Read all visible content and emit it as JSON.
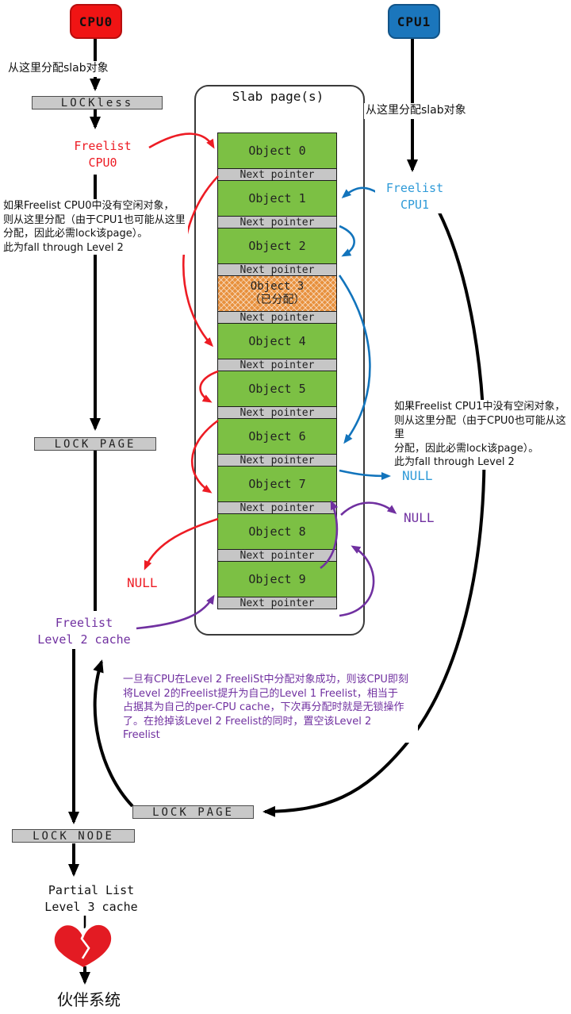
{
  "cpu0": {
    "label": "CPU0",
    "alloc_label": "从这里分配slab对象",
    "lockless_label": "LOCKless",
    "freelist_label": "Freelist\nCPU0",
    "note": "如果Freelist CPU0中没有空闲对象，\n则从这里分配（由于CPU1也可能从这里\n分配，因此必需lock该page）。\n此为fall through Level 2",
    "lock_page_label": "LOCK PAGE",
    "null_label": "NULL"
  },
  "cpu1": {
    "label": "CPU1",
    "alloc_label": "从这里分配slab对象",
    "freelist_label": "Freelist\nCPU1",
    "note": "如果Freelist CPU1中没有空闲对象，\n则从这里分配（由于CPU0也可能从这里\n分配，因此必需lock该page）。\n此为fall through Level 2",
    "null_label": "NULL"
  },
  "slab": {
    "title": "Slab page(s)",
    "rows": [
      {
        "type": "object",
        "label": "Object 0"
      },
      {
        "type": "pointer",
        "label": "Next pointer"
      },
      {
        "type": "object",
        "label": "Object 1"
      },
      {
        "type": "pointer",
        "label": "Next pointer"
      },
      {
        "type": "object",
        "label": "Object 2"
      },
      {
        "type": "pointer",
        "label": "Next pointer"
      },
      {
        "type": "allocated",
        "label": "Object 3",
        "sublabel": "（已分配）"
      },
      {
        "type": "pointer",
        "label": "Next pointer"
      },
      {
        "type": "object",
        "label": "Object 4"
      },
      {
        "type": "pointer",
        "label": "Next pointer"
      },
      {
        "type": "object",
        "label": "Object 5"
      },
      {
        "type": "pointer",
        "label": "Next pointer"
      },
      {
        "type": "object",
        "label": "Object 6"
      },
      {
        "type": "pointer",
        "label": "Next pointer"
      },
      {
        "type": "object",
        "label": "Object 7"
      },
      {
        "type": "pointer",
        "label": "Next pointer"
      },
      {
        "type": "object",
        "label": "Object 8"
      },
      {
        "type": "pointer",
        "label": "Next pointer"
      },
      {
        "type": "object",
        "label": "Object 9"
      },
      {
        "type": "pointer",
        "label": "Next pointer"
      }
    ]
  },
  "level2": {
    "freelist_label": "Freelist\nLevel 2 cache",
    "lock_page_label": "LOCK PAGE",
    "null_label": "NULL",
    "note": "一旦有CPU在Level 2 FreeliSt中分配对象成功，则该CPU即刻\n将Level 2的Freelist提升为自己的Level 1 Freelist，相当于\n占据其为自己的per-CPU cache，下次再分配时就是无锁操作\n了。在抢掉该Level 2 Freelist的同时，置空该Level 2\nFreelist"
  },
  "level3": {
    "lock_node_label": "LOCK NODE",
    "partial_label": "Partial List\nLevel 3 cache",
    "buddy_label": "伙伴系统"
  },
  "colors": {
    "cpu0_red": "#f01414",
    "cpu1_blue": "#1b76bc",
    "object_green": "#7cc044",
    "pointer_gray": "#c6c6c6",
    "allocated_orange": "#e8913d",
    "arrow_red": "#ed1c24",
    "arrow_blue": "#1274bc",
    "arrow_purple": "#7030a0",
    "arrow_black": "#000000"
  }
}
